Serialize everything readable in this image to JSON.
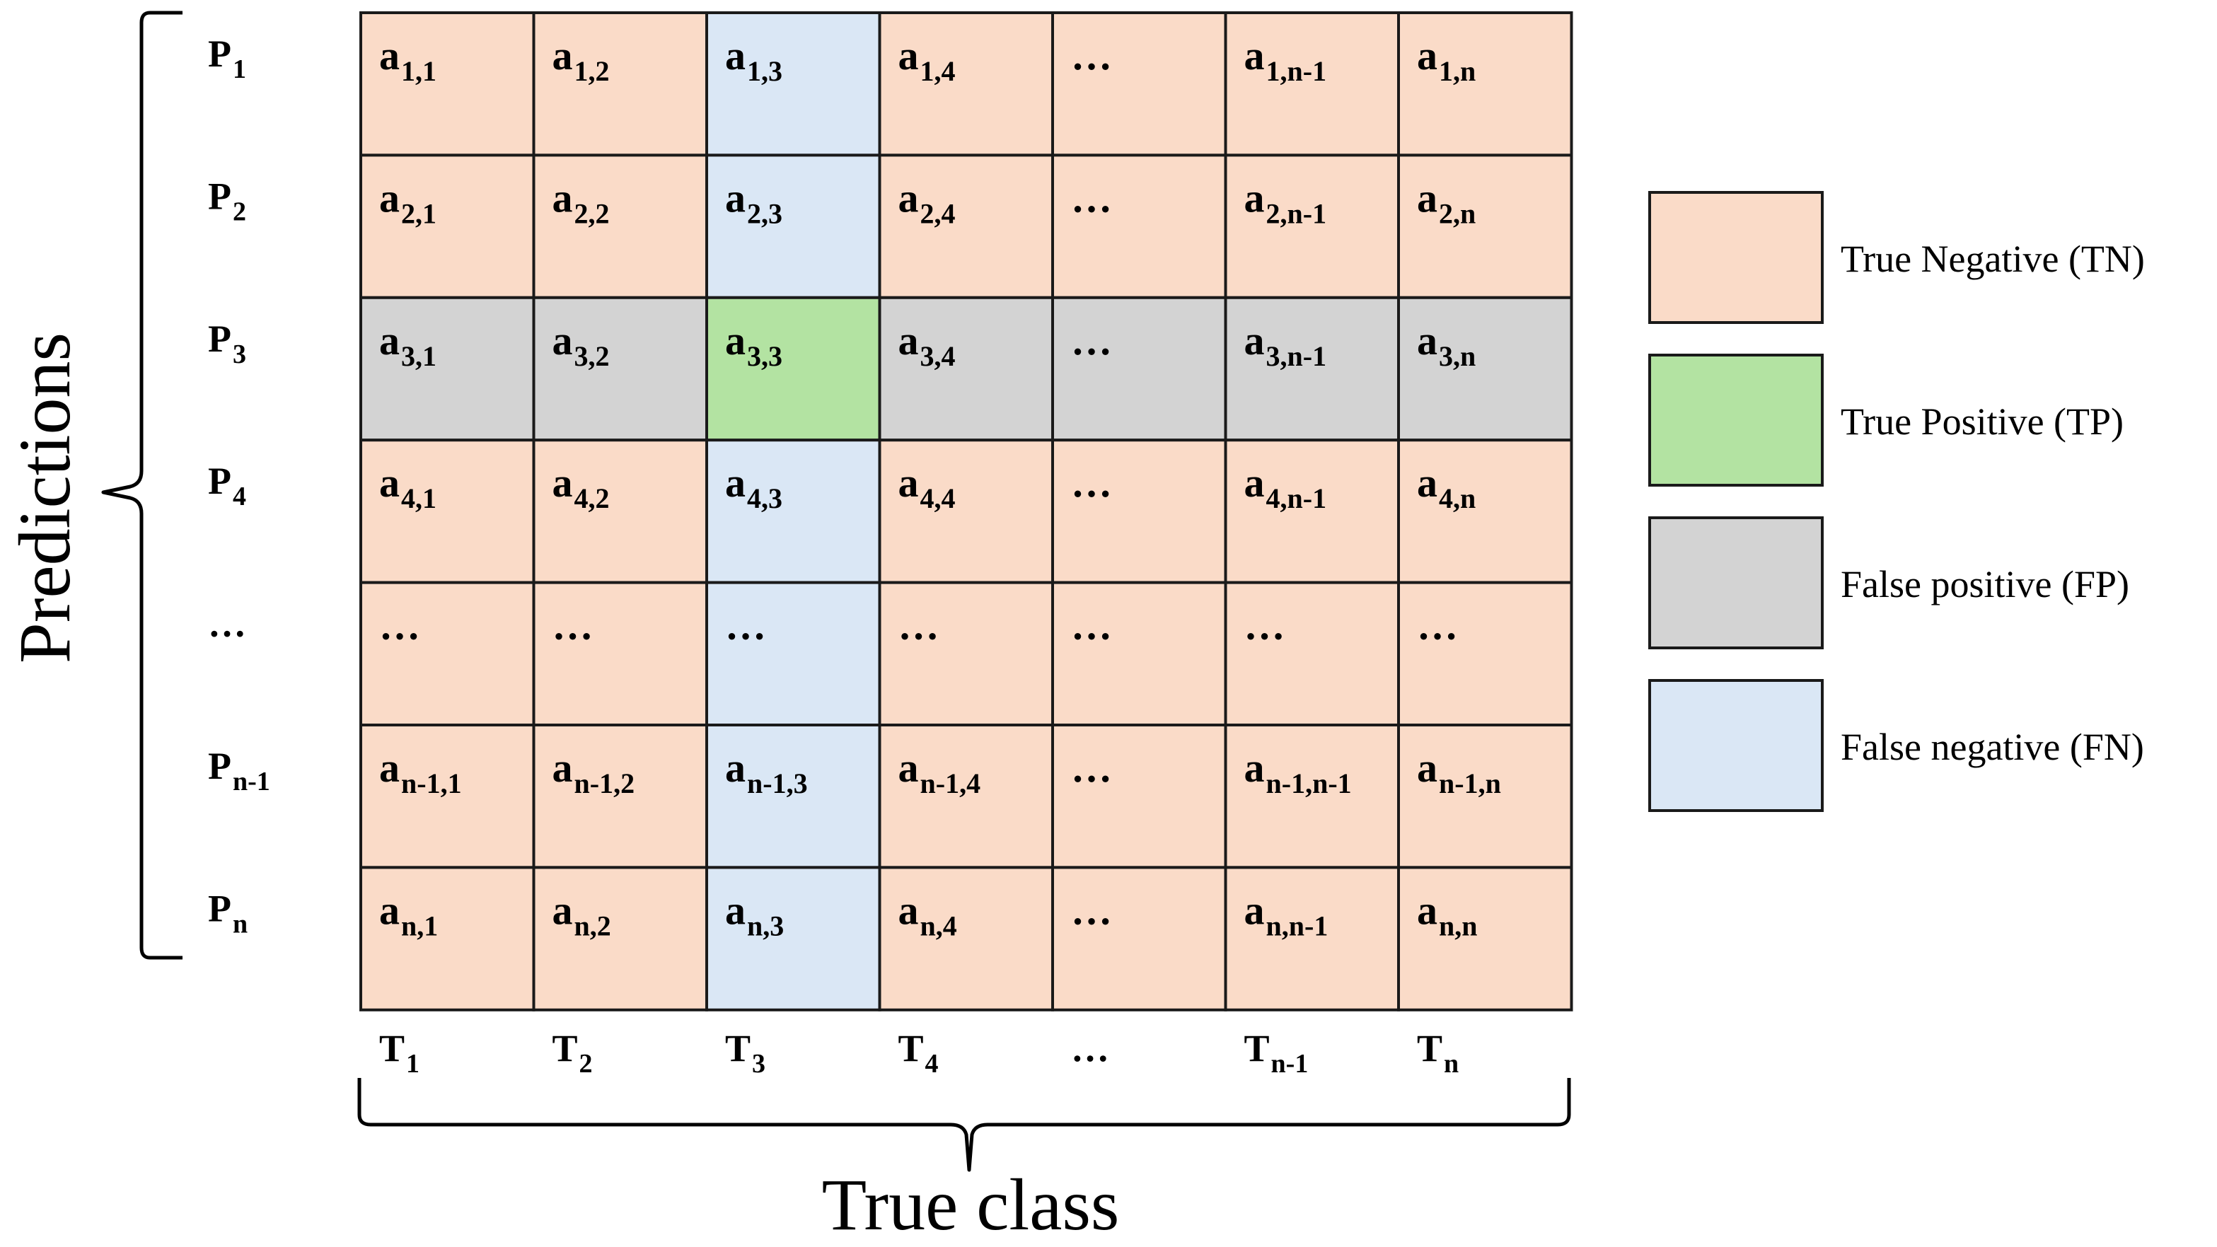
{
  "colors": {
    "true_negative": "#FADBC8",
    "true_positive": "#B3E3A2",
    "false_positive": "#D3D3D3",
    "false_negative": "#DAE7F5",
    "border": "#1a1a1a"
  },
  "axis": {
    "y_title": "Predictions",
    "x_title": "True class"
  },
  "rows": [
    {
      "base": "P",
      "sub": "1"
    },
    {
      "base": "P",
      "sub": "2"
    },
    {
      "base": "P",
      "sub": "3"
    },
    {
      "base": "P",
      "sub": "4"
    },
    {
      "base": "…",
      "sub": ""
    },
    {
      "base": "P",
      "sub": "n-1"
    },
    {
      "base": "P",
      "sub": "n"
    }
  ],
  "columns": [
    {
      "base": "T",
      "sub": "1"
    },
    {
      "base": "T",
      "sub": "2"
    },
    {
      "base": "T",
      "sub": "3"
    },
    {
      "base": "T",
      "sub": "4"
    },
    {
      "base": "…",
      "sub": ""
    },
    {
      "base": "T",
      "sub": "n-1"
    },
    {
      "base": "T",
      "sub": "n"
    }
  ],
  "cells": [
    [
      {
        "base": "a",
        "sub": "1,1",
        "cls": "TN"
      },
      {
        "base": "a",
        "sub": "1,2",
        "cls": "TN"
      },
      {
        "base": "a",
        "sub": "1,3",
        "cls": "FN"
      },
      {
        "base": "a",
        "sub": "1,4",
        "cls": "TN"
      },
      {
        "base": "…",
        "sub": "",
        "cls": "TN"
      },
      {
        "base": "a",
        "sub": "1,n-1",
        "cls": "TN"
      },
      {
        "base": "a",
        "sub": "1,n",
        "cls": "TN"
      }
    ],
    [
      {
        "base": "a",
        "sub": "2,1",
        "cls": "TN"
      },
      {
        "base": "a",
        "sub": "2,2",
        "cls": "TN"
      },
      {
        "base": "a",
        "sub": "2,3",
        "cls": "FN"
      },
      {
        "base": "a",
        "sub": "2,4",
        "cls": "TN"
      },
      {
        "base": "…",
        "sub": "",
        "cls": "TN"
      },
      {
        "base": "a",
        "sub": "2,n-1",
        "cls": "TN"
      },
      {
        "base": "a",
        "sub": "2,n",
        "cls": "TN"
      }
    ],
    [
      {
        "base": "a",
        "sub": "3,1",
        "cls": "FP"
      },
      {
        "base": "a",
        "sub": "3,2",
        "cls": "FP"
      },
      {
        "base": "a",
        "sub": "3,3",
        "cls": "TP"
      },
      {
        "base": "a",
        "sub": "3,4",
        "cls": "FP"
      },
      {
        "base": "…",
        "sub": "",
        "cls": "FP"
      },
      {
        "base": "a",
        "sub": "3,n-1",
        "cls": "FP"
      },
      {
        "base": "a",
        "sub": "3,n",
        "cls": "FP"
      }
    ],
    [
      {
        "base": "a",
        "sub": "4,1",
        "cls": "TN"
      },
      {
        "base": "a",
        "sub": "4,2",
        "cls": "TN"
      },
      {
        "base": "a",
        "sub": "4,3",
        "cls": "FN"
      },
      {
        "base": "a",
        "sub": "4,4",
        "cls": "TN"
      },
      {
        "base": "…",
        "sub": "",
        "cls": "TN"
      },
      {
        "base": "a",
        "sub": "4,n-1",
        "cls": "TN"
      },
      {
        "base": "a",
        "sub": "4,n",
        "cls": "TN"
      }
    ],
    [
      {
        "base": "…",
        "sub": "",
        "cls": "TN"
      },
      {
        "base": "…",
        "sub": "",
        "cls": "TN"
      },
      {
        "base": "…",
        "sub": "",
        "cls": "FN"
      },
      {
        "base": "…",
        "sub": "",
        "cls": "TN"
      },
      {
        "base": "…",
        "sub": "",
        "cls": "TN"
      },
      {
        "base": "…",
        "sub": "",
        "cls": "TN"
      },
      {
        "base": "…",
        "sub": "",
        "cls": "TN"
      }
    ],
    [
      {
        "base": "a",
        "sub": "n-1,1",
        "cls": "TN"
      },
      {
        "base": "a",
        "sub": "n-1,2",
        "cls": "TN"
      },
      {
        "base": "a",
        "sub": "n-1,3",
        "cls": "FN"
      },
      {
        "base": "a",
        "sub": "n-1,4",
        "cls": "TN"
      },
      {
        "base": "…",
        "sub": "",
        "cls": "TN"
      },
      {
        "base": "a",
        "sub": "n-1,n-1",
        "cls": "TN"
      },
      {
        "base": "a",
        "sub": "n-1,n",
        "cls": "TN"
      }
    ],
    [
      {
        "base": "a",
        "sub": "n,1",
        "cls": "TN"
      },
      {
        "base": "a",
        "sub": "n,2",
        "cls": "TN"
      },
      {
        "base": "a",
        "sub": "n,3",
        "cls": "FN"
      },
      {
        "base": "a",
        "sub": "n,4",
        "cls": "TN"
      },
      {
        "base": "…",
        "sub": "",
        "cls": "TN"
      },
      {
        "base": "a",
        "sub": "n,n-1",
        "cls": "TN"
      },
      {
        "base": "a",
        "sub": "n,n",
        "cls": "TN"
      }
    ]
  ],
  "legend": [
    {
      "key": "TN",
      "label": "True Negative (TN)"
    },
    {
      "key": "TP",
      "label": "True Positive (TP)"
    },
    {
      "key": "FP",
      "label": "False positive (FP)"
    },
    {
      "key": "FN",
      "label": "False negative (FN)"
    }
  ]
}
